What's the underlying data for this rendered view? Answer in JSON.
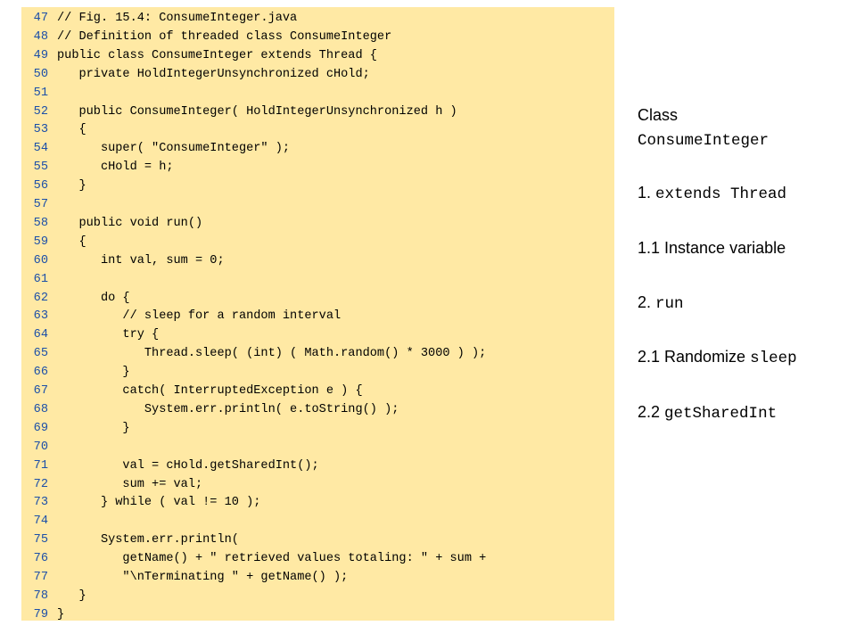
{
  "code": {
    "lines": [
      {
        "num": "47",
        "text": "// Fig. 15.4: ConsumeInteger.java"
      },
      {
        "num": "48",
        "text": "// Definition of threaded class ConsumeInteger"
      },
      {
        "num": "49",
        "text": "public class ConsumeInteger extends Thread {"
      },
      {
        "num": "50",
        "text": "   private HoldIntegerUnsynchronized cHold;"
      },
      {
        "num": "51",
        "text": ""
      },
      {
        "num": "52",
        "text": "   public ConsumeInteger( HoldIntegerUnsynchronized h )"
      },
      {
        "num": "53",
        "text": "   {"
      },
      {
        "num": "54",
        "text": "      super( \"ConsumeInteger\" );"
      },
      {
        "num": "55",
        "text": "      cHold = h;"
      },
      {
        "num": "56",
        "text": "   }"
      },
      {
        "num": "57",
        "text": ""
      },
      {
        "num": "58",
        "text": "   public void run()"
      },
      {
        "num": "59",
        "text": "   {"
      },
      {
        "num": "60",
        "text": "      int val, sum = 0;"
      },
      {
        "num": "61",
        "text": ""
      },
      {
        "num": "62",
        "text": "      do {"
      },
      {
        "num": "63",
        "text": "         // sleep for a random interval"
      },
      {
        "num": "64",
        "text": "         try {"
      },
      {
        "num": "65",
        "text": "            Thread.sleep( (int) ( Math.random() * 3000 ) );"
      },
      {
        "num": "66",
        "text": "         }"
      },
      {
        "num": "67",
        "text": "         catch( InterruptedException e ) {"
      },
      {
        "num": "68",
        "text": "            System.err.println( e.toString() );"
      },
      {
        "num": "69",
        "text": "         }"
      },
      {
        "num": "70",
        "text": ""
      },
      {
        "num": "71",
        "text": "         val = cHold.getSharedInt();"
      },
      {
        "num": "72",
        "text": "         sum += val;"
      },
      {
        "num": "73",
        "text": "      } while ( val != 10 );"
      },
      {
        "num": "74",
        "text": ""
      },
      {
        "num": "75",
        "text": "      System.err.println("
      },
      {
        "num": "76",
        "text": "         getName() + \" retrieved values totaling: \" + sum +"
      },
      {
        "num": "77",
        "text": "         \"\\nTerminating \" + getName() );"
      },
      {
        "num": "78",
        "text": "   }"
      },
      {
        "num": "79",
        "text": "}"
      }
    ]
  },
  "outline": {
    "class_label": "Class",
    "class_name": "ConsumeInteger",
    "item1_num": "1.",
    "item1_code": "extends Thread",
    "item2": "1.1 Instance variable",
    "item3_num": "2.",
    "item3_code": "run",
    "item4_text": "2.1 Randomize",
    "item4_code": "sleep",
    "item5_num": "2.2",
    "item5_code": "getSharedInt"
  }
}
